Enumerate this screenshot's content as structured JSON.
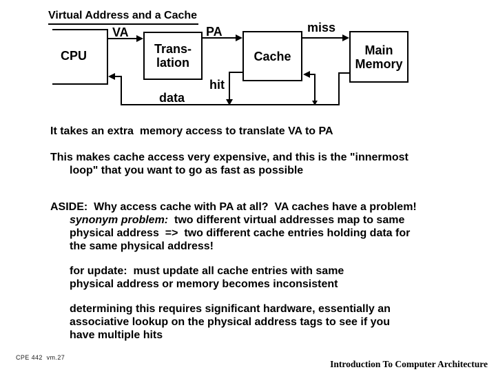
{
  "title": "Virtual Address and a Cache",
  "diagram": {
    "cpu": "CPU",
    "translation": [
      "Trans-",
      "lation"
    ],
    "cache": "Cache",
    "memory": [
      "Main",
      "Memory"
    ],
    "va": "VA",
    "pa": "PA",
    "miss": "miss",
    "hit": "hit",
    "data": "data"
  },
  "body": {
    "lines": [
      {
        "mt": 0,
        "ind": 0,
        "parts": [
          {
            "text": "It takes an extra  memory access to translate VA to PA"
          }
        ]
      },
      {
        "mt": 19,
        "ind": 0,
        "parts": [
          {
            "text": "This makes cache access very expensive, and this is the \"innermost"
          }
        ]
      },
      {
        "mt": 0,
        "ind": 1,
        "parts": [
          {
            "text": "loop\" that you want to go as fast as possible"
          }
        ]
      },
      {
        "mt": 34,
        "ind": 0,
        "parts": [
          {
            "text": "ASIDE:  Why access cache with PA at all?  VA caches have a problem!"
          }
        ]
      },
      {
        "mt": 0,
        "ind": 1,
        "parts": [
          {
            "text": "synonym problem:",
            "italic": true
          },
          {
            "text": "  two different virtual addresses map to same"
          }
        ]
      },
      {
        "mt": 0,
        "ind": 1,
        "parts": [
          {
            "text": "physical address  =>  two different cache entries holding data for"
          }
        ]
      },
      {
        "mt": 0,
        "ind": 1,
        "parts": [
          {
            "text": "the same physical address!"
          }
        ]
      },
      {
        "mt": 17,
        "ind": 1,
        "parts": [
          {
            "text": "for update:  must update all cache entries with same"
          }
        ]
      },
      {
        "mt": 0,
        "ind": 1,
        "parts": [
          {
            "text": "physical address or memory becomes inconsistent"
          }
        ]
      },
      {
        "mt": 17,
        "ind": 1,
        "parts": [
          {
            "text": "determining this requires significant hardware, essentially an"
          }
        ]
      },
      {
        "mt": 0,
        "ind": 1,
        "parts": [
          {
            "text": "associative lookup on the physical address tags to see if you"
          }
        ]
      },
      {
        "mt": 0,
        "ind": 1,
        "parts": [
          {
            "text": "have multiple hits"
          }
        ]
      }
    ]
  },
  "footer": {
    "course": "CPE 442  vm.27",
    "series": "Introduction To Computer Architecture"
  },
  "colors": {
    "background": "#ffffff",
    "line": "#000000",
    "text": "#000000"
  }
}
